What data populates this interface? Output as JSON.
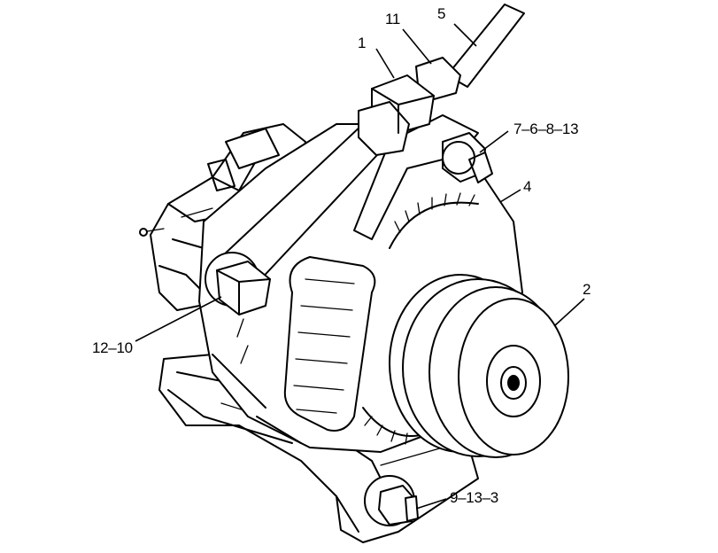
{
  "callouts": {
    "c1": "1",
    "c11": "11",
    "c5": "5",
    "c7_6_8_13": "7–6–8–13",
    "c4": "4",
    "c2": "2",
    "c12_10": "12–10",
    "c9_13_3": "9–13–3"
  }
}
